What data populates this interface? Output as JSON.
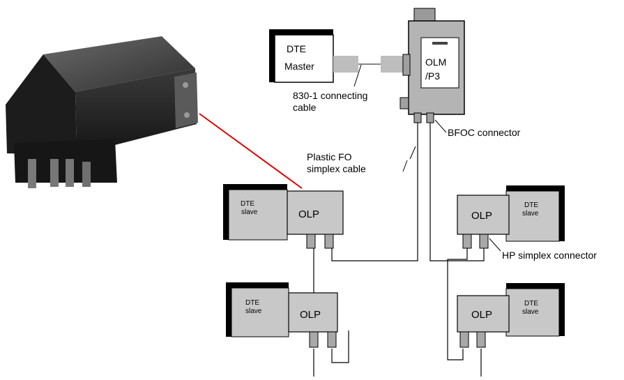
{
  "labels": {
    "dte_master_line1": "DTE",
    "dte_master_line2": "Master",
    "olm_line1": "OLM",
    "olm_line2": "/P3",
    "cable_830_line1": "830-1 connecting",
    "cable_830_line2": "cable",
    "bfoc": "BFOC connector",
    "plastic_fo_line1": "Plastic FO",
    "plastic_fo_line2": "simplex cable",
    "hp_simplex": "HP simplex connector",
    "olp": "OLP",
    "dte_slave_line1": "DTE",
    "dte_slave_line2": "slave"
  },
  "colors": {
    "device_gray": "#c8c8c8",
    "shadow_black": "#000000",
    "red_line": "#e00000",
    "cable_gray": "#bdbdbd"
  }
}
